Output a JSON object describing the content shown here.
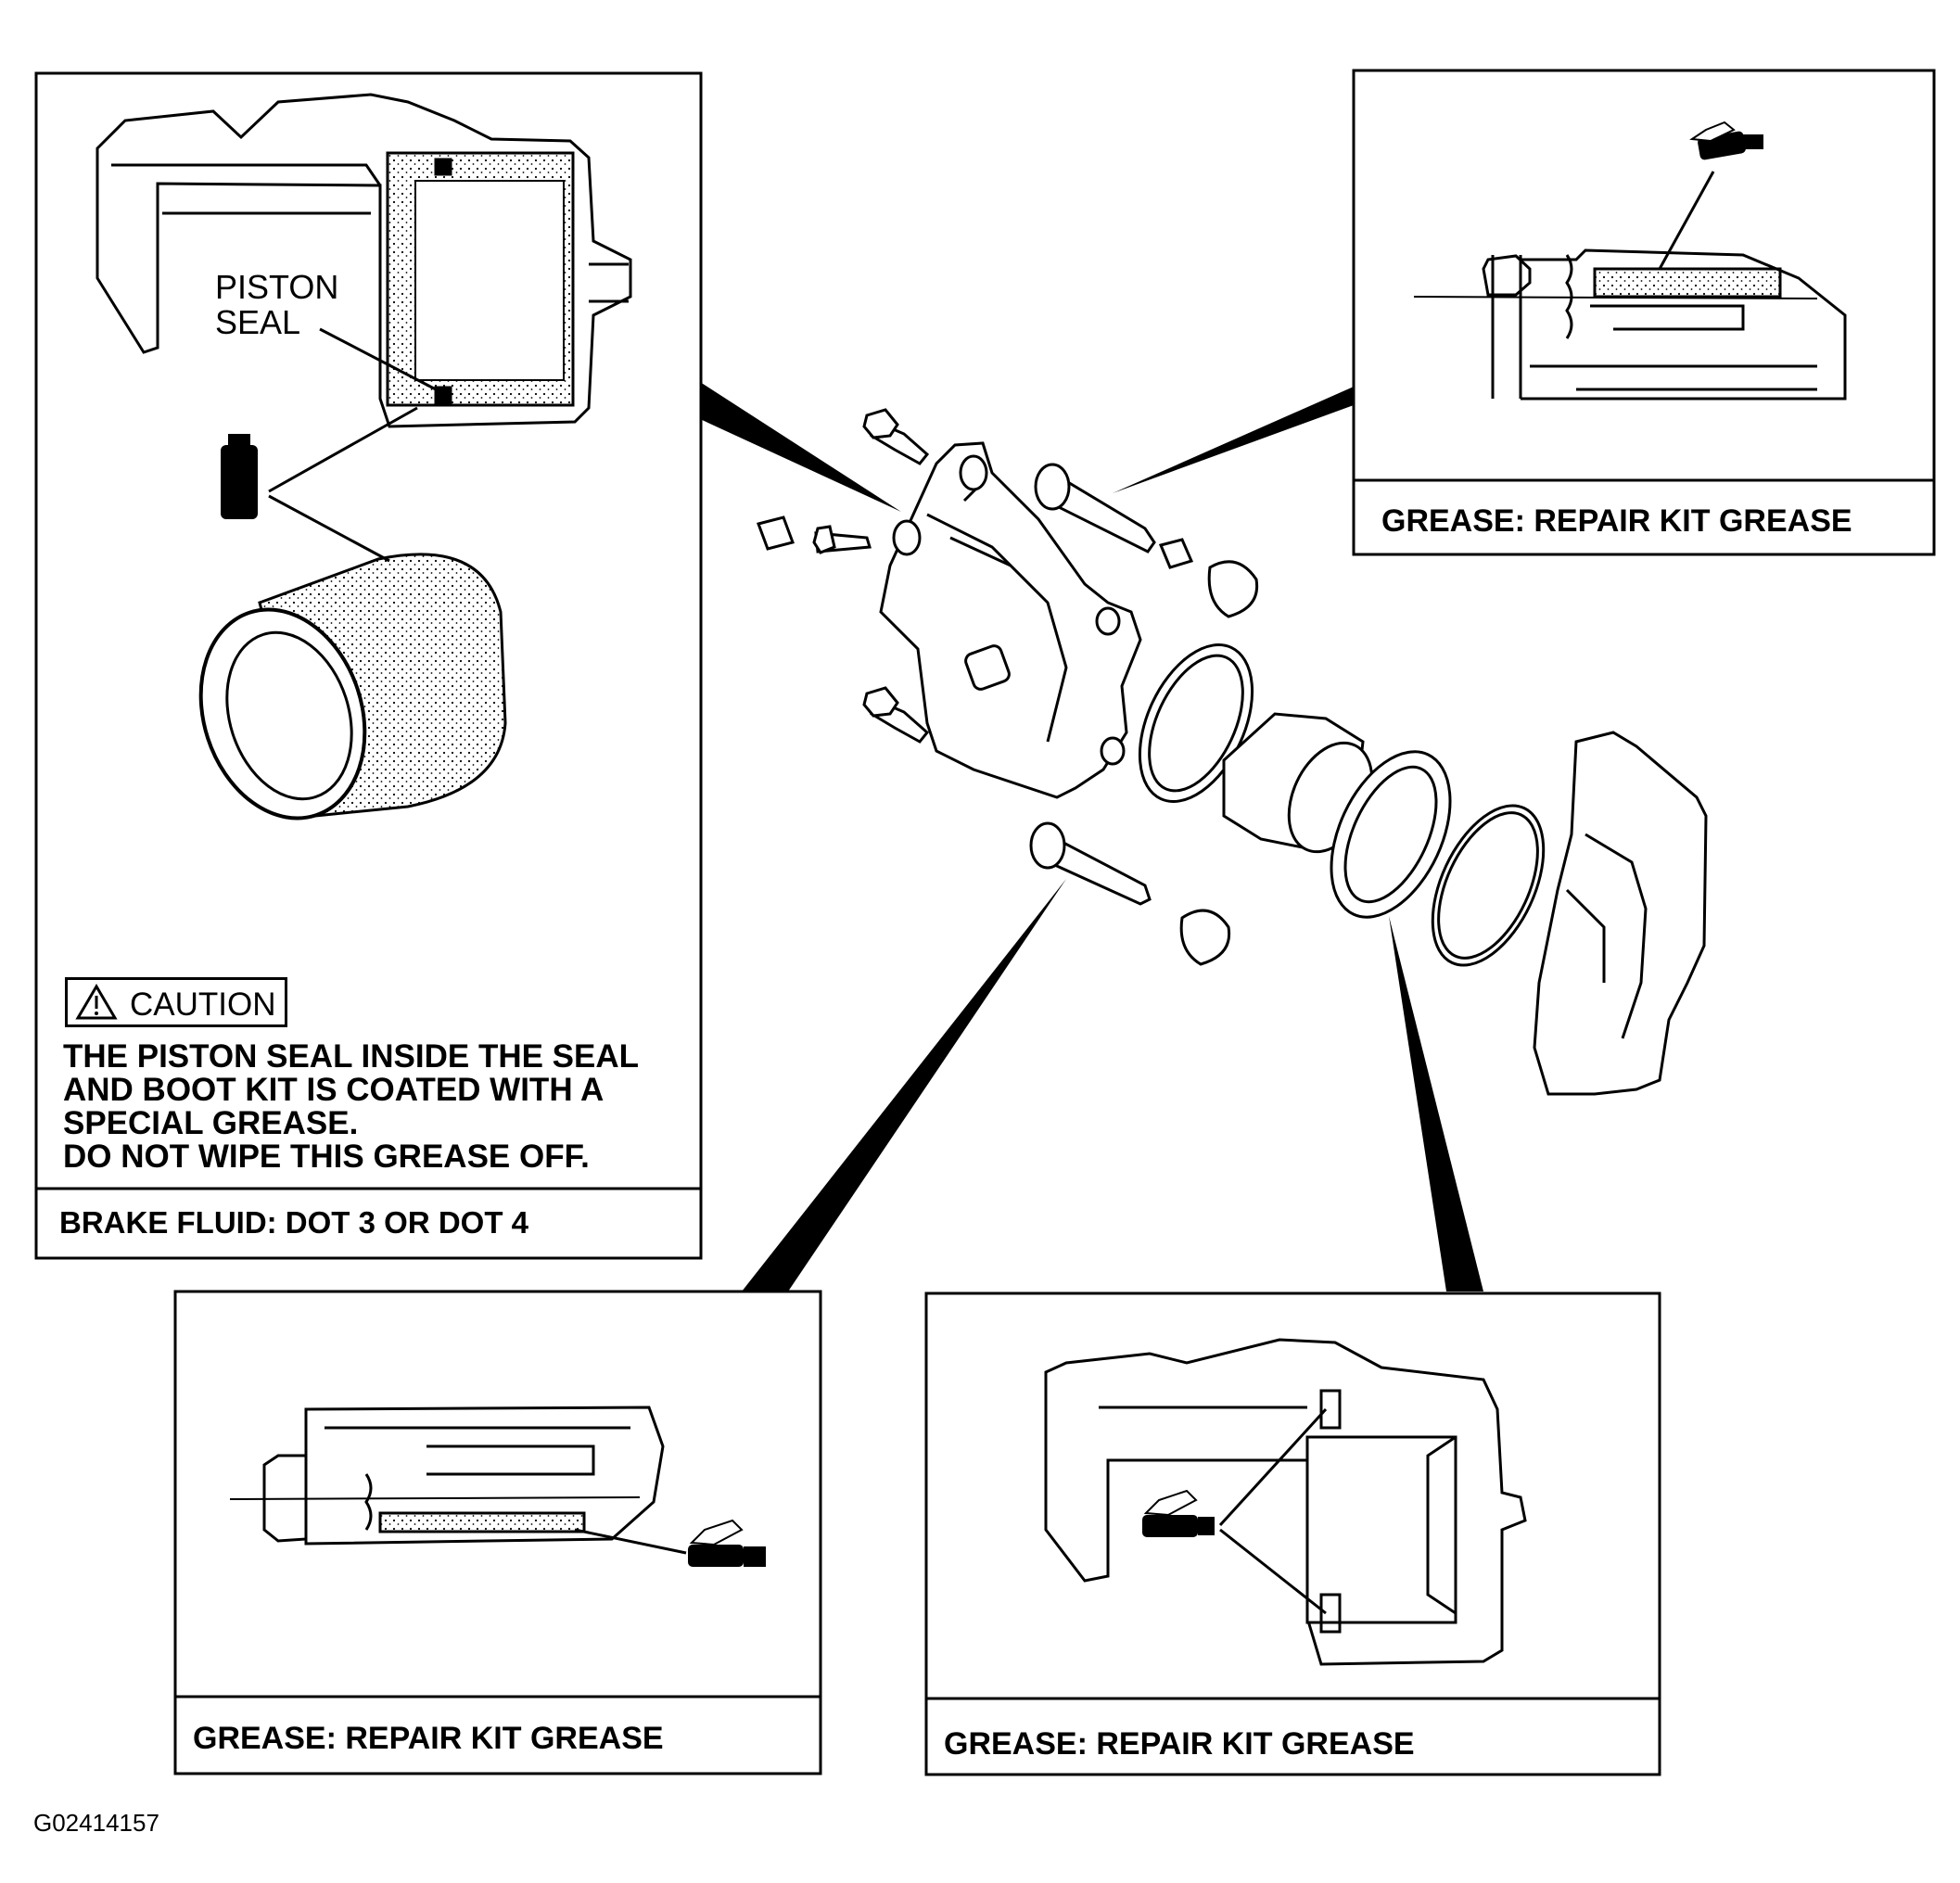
{
  "figure_id": "G02414157",
  "panels": {
    "top_left": {
      "callout": "PISTON\nSEAL",
      "callout_line1": "PISTON",
      "callout_line2": "SEAL",
      "caution_title": "CAUTION",
      "caution_lines": [
        "THE PISTON SEAL INSIDE THE SEAL",
        "AND BOOT KIT IS COATED WITH A",
        "SPECIAL GREASE.",
        "DO NOT WIPE THIS GREASE OFF."
      ],
      "footer": "BRAKE FLUID: DOT 3 OR DOT 4"
    },
    "top_right": {
      "footer": "GREASE: REPAIR KIT GREASE"
    },
    "bottom_left": {
      "footer": "GREASE: REPAIR KIT GREASE"
    },
    "bottom_right": {
      "footer": "GREASE: REPAIR KIT GREASE"
    }
  }
}
